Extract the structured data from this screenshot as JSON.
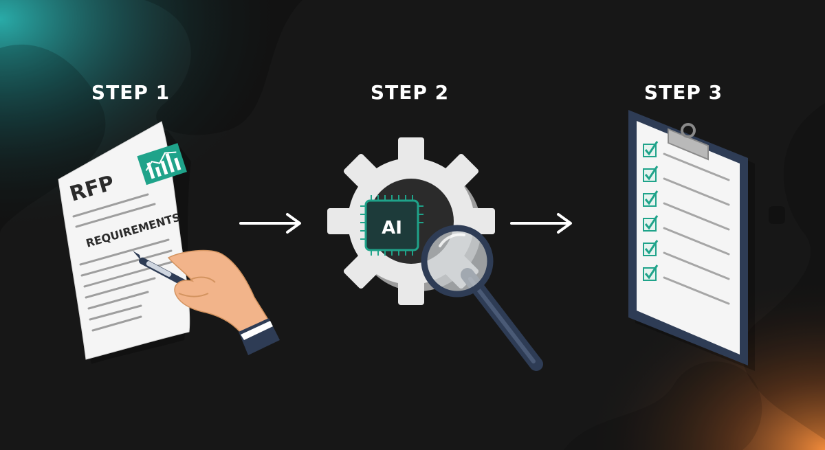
{
  "steps": [
    {
      "label": "STEP 1",
      "doc_title": "RFP",
      "doc_subtitle": "REQUIREMENTS"
    },
    {
      "label": "STEP 2",
      "chip_label": "AI"
    },
    {
      "label": "STEP 3"
    }
  ],
  "colors": {
    "background": "#171717",
    "teal_glow": "#2ab3b0",
    "orange_glow": "#f08a3a",
    "accent_green": "#1fa38a",
    "navy": "#2e3c55",
    "paper": "#f5f5f5"
  },
  "icons": [
    "document-icon",
    "chart-icon",
    "hand-pen-icon",
    "gear-icon",
    "ai-chip-icon",
    "magnifier-icon",
    "clipboard-icon",
    "checkbox-icon",
    "arrow-right-icon"
  ]
}
